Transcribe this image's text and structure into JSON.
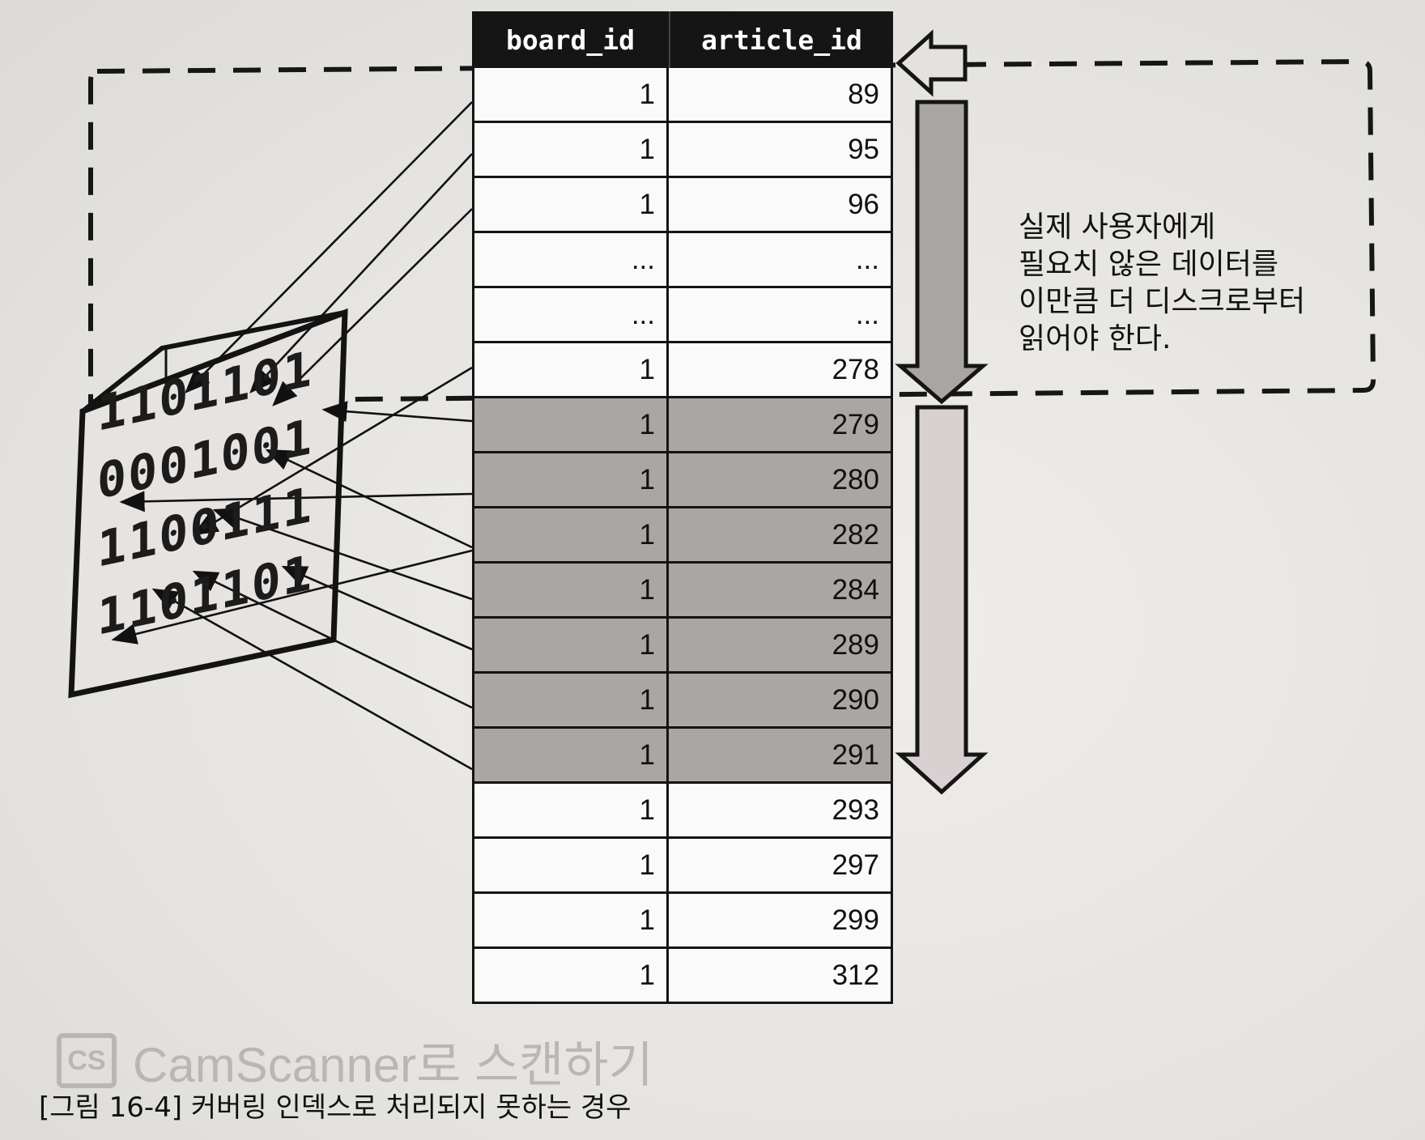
{
  "index_table": {
    "headers": [
      "board_id",
      "article_id"
    ],
    "rows": [
      {
        "board_id": "1",
        "article_id": "89",
        "read": false
      },
      {
        "board_id": "1",
        "article_id": "95",
        "read": false
      },
      {
        "board_id": "1",
        "article_id": "96",
        "read": false
      },
      {
        "board_id": "...",
        "article_id": "...",
        "read": false
      },
      {
        "board_id": "...",
        "article_id": "...",
        "read": false
      },
      {
        "board_id": "1",
        "article_id": "278",
        "read": false
      },
      {
        "board_id": "1",
        "article_id": "279",
        "read": true
      },
      {
        "board_id": "1",
        "article_id": "280",
        "read": true
      },
      {
        "board_id": "1",
        "article_id": "282",
        "read": true
      },
      {
        "board_id": "1",
        "article_id": "284",
        "read": true
      },
      {
        "board_id": "1",
        "article_id": "289",
        "read": true
      },
      {
        "board_id": "1",
        "article_id": "290",
        "read": true
      },
      {
        "board_id": "1",
        "article_id": "291",
        "read": true
      },
      {
        "board_id": "1",
        "article_id": "293",
        "read": false
      },
      {
        "board_id": "1",
        "article_id": "297",
        "read": false
      },
      {
        "board_id": "1",
        "article_id": "299",
        "read": false
      },
      {
        "board_id": "1",
        "article_id": "312",
        "read": false
      }
    ]
  },
  "disk_block": {
    "bits": [
      "1101101",
      "0001001",
      "1100111",
      "1101101"
    ]
  },
  "annotation": "실제 사용자에게\n필요치 않은 데이터를\n이만큼 더 디스크로부터\n읽어야 한다.",
  "watermark": {
    "logo": "CS",
    "text": "CamScanner로 스캔하기"
  },
  "caption": "[그림 16-4] 커버링 인덱스로 처리되지 못하는 경우"
}
